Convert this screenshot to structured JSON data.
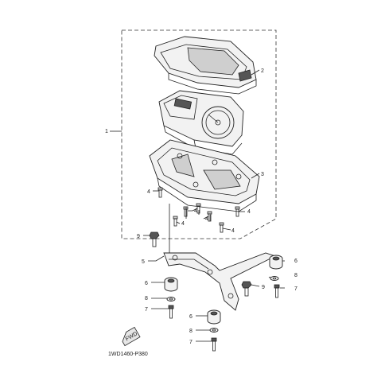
{
  "diagram_code": "1WD1460-P380",
  "fwd_text": "FWD",
  "callouts": {
    "c1": "1",
    "c2": "2",
    "c3": "3",
    "c4a": "4",
    "c4b": "4",
    "c4c": "4",
    "c4d": "4",
    "c4e": "4",
    "c4f": "4",
    "c5": "5",
    "c6a": "6",
    "c6b": "6",
    "c6c": "6",
    "c7a": "7",
    "c7b": "7",
    "c7c": "7",
    "c8a": "8",
    "c8b": "8",
    "c8c": "8",
    "c9a": "9",
    "c9b": "9"
  }
}
